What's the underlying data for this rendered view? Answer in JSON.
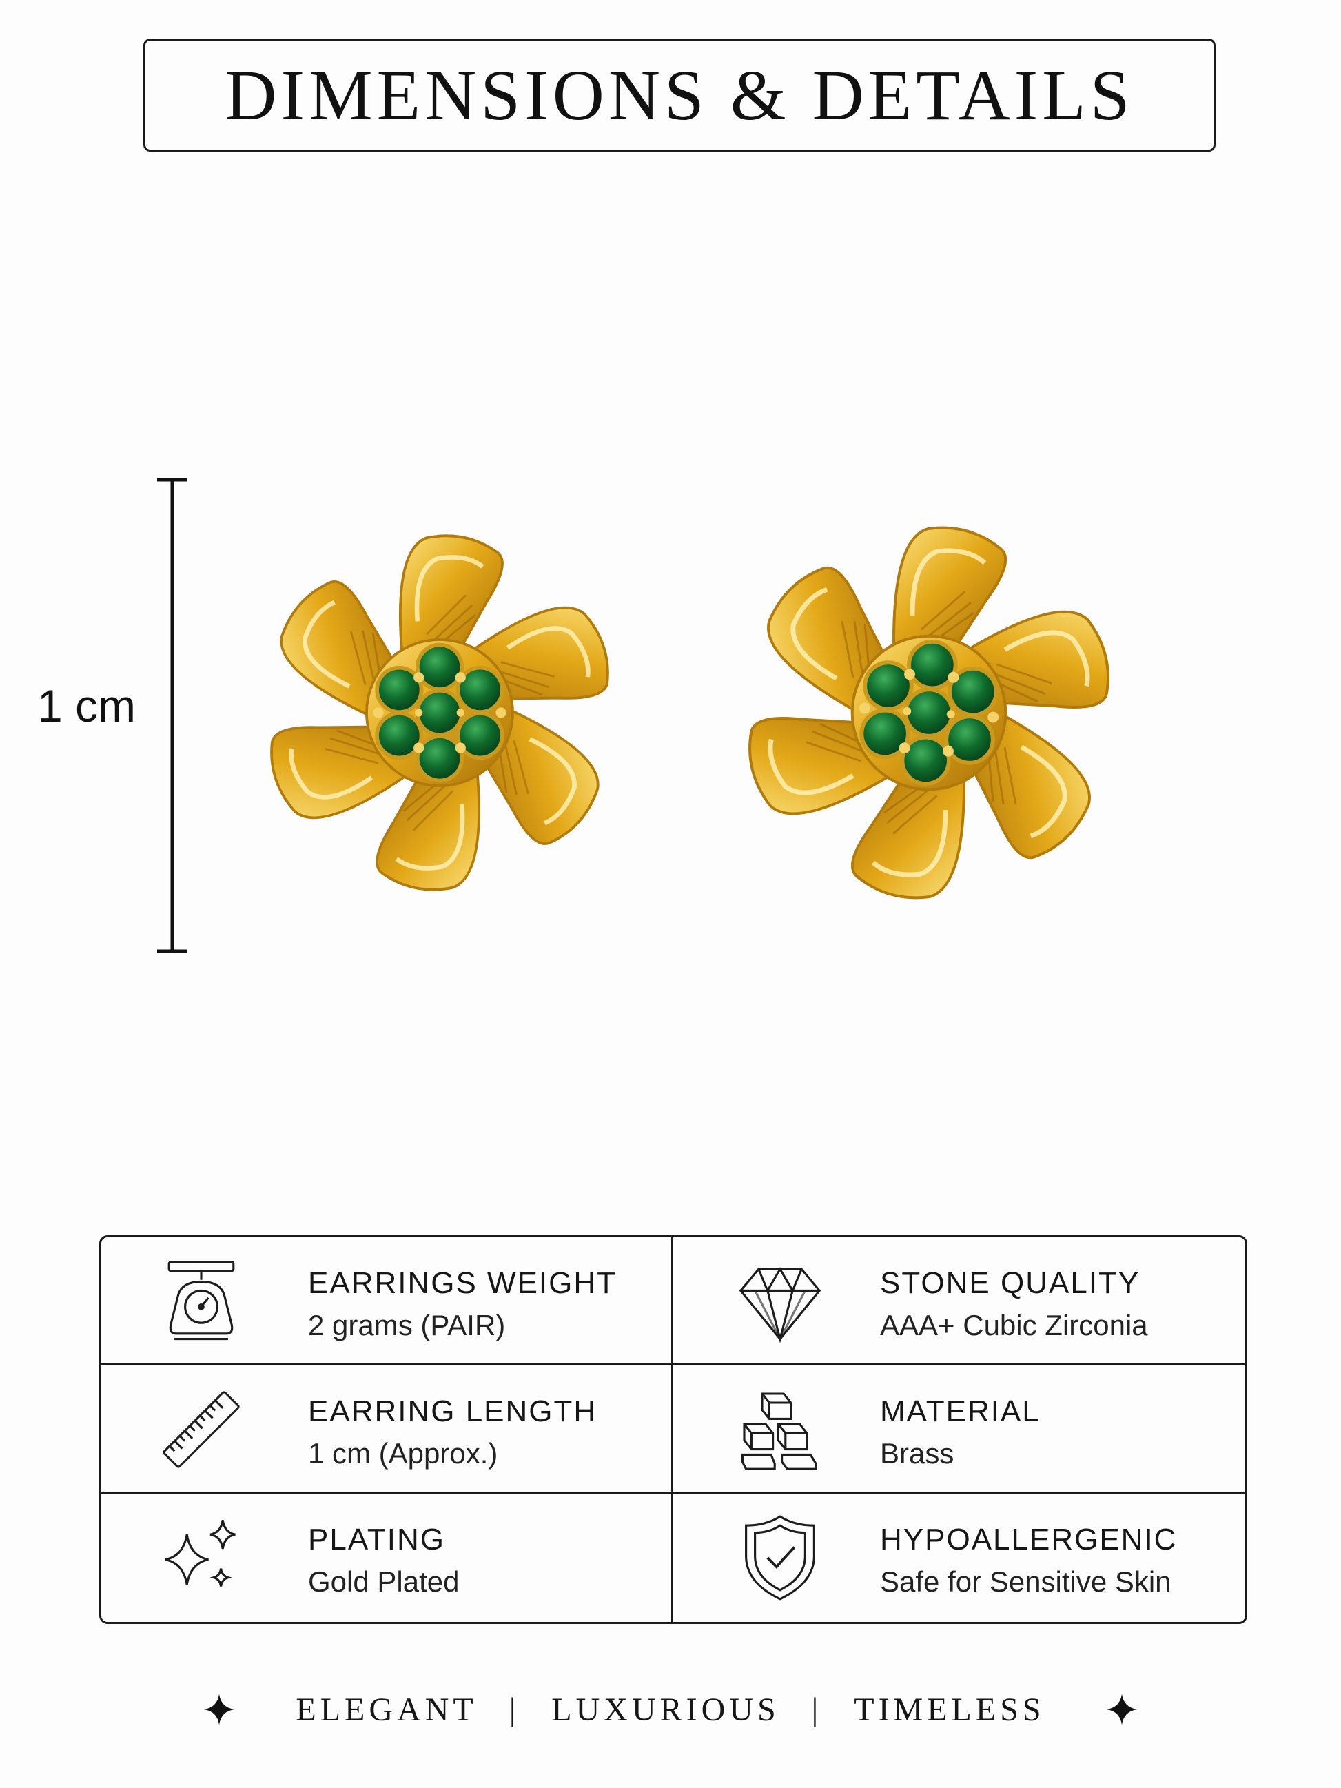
{
  "header": {
    "title": "DIMENSIONS & DETAILS"
  },
  "scale": {
    "label": "1 cm"
  },
  "product": {
    "metal_color": "#e3a818",
    "stone_color": "#0f6b2c",
    "image_name": "flower-stud-earrings"
  },
  "specs": [
    {
      "icon": "scale-icon",
      "title": "EARRINGS WEIGHT",
      "value": "2 grams (PAIR)"
    },
    {
      "icon": "diamond-icon",
      "title": "STONE QUALITY",
      "value": "AAA+ Cubic Zirconia"
    },
    {
      "icon": "ruler-icon",
      "title": "EARRING LENGTH",
      "value": "1 cm (Approx.)"
    },
    {
      "icon": "gold-bars-icon",
      "title": "MATERIAL",
      "value": "Brass"
    },
    {
      "icon": "sparkles-icon",
      "title": "PLATING",
      "value": "Gold Plated"
    },
    {
      "icon": "shield-check-icon",
      "title": "HYPOALLERGENIC",
      "value": "Safe for Sensitive Skin"
    }
  ],
  "tagline": {
    "words": [
      "ELEGANT",
      "LUXURIOUS",
      "TIMELESS"
    ],
    "separator": "|"
  }
}
